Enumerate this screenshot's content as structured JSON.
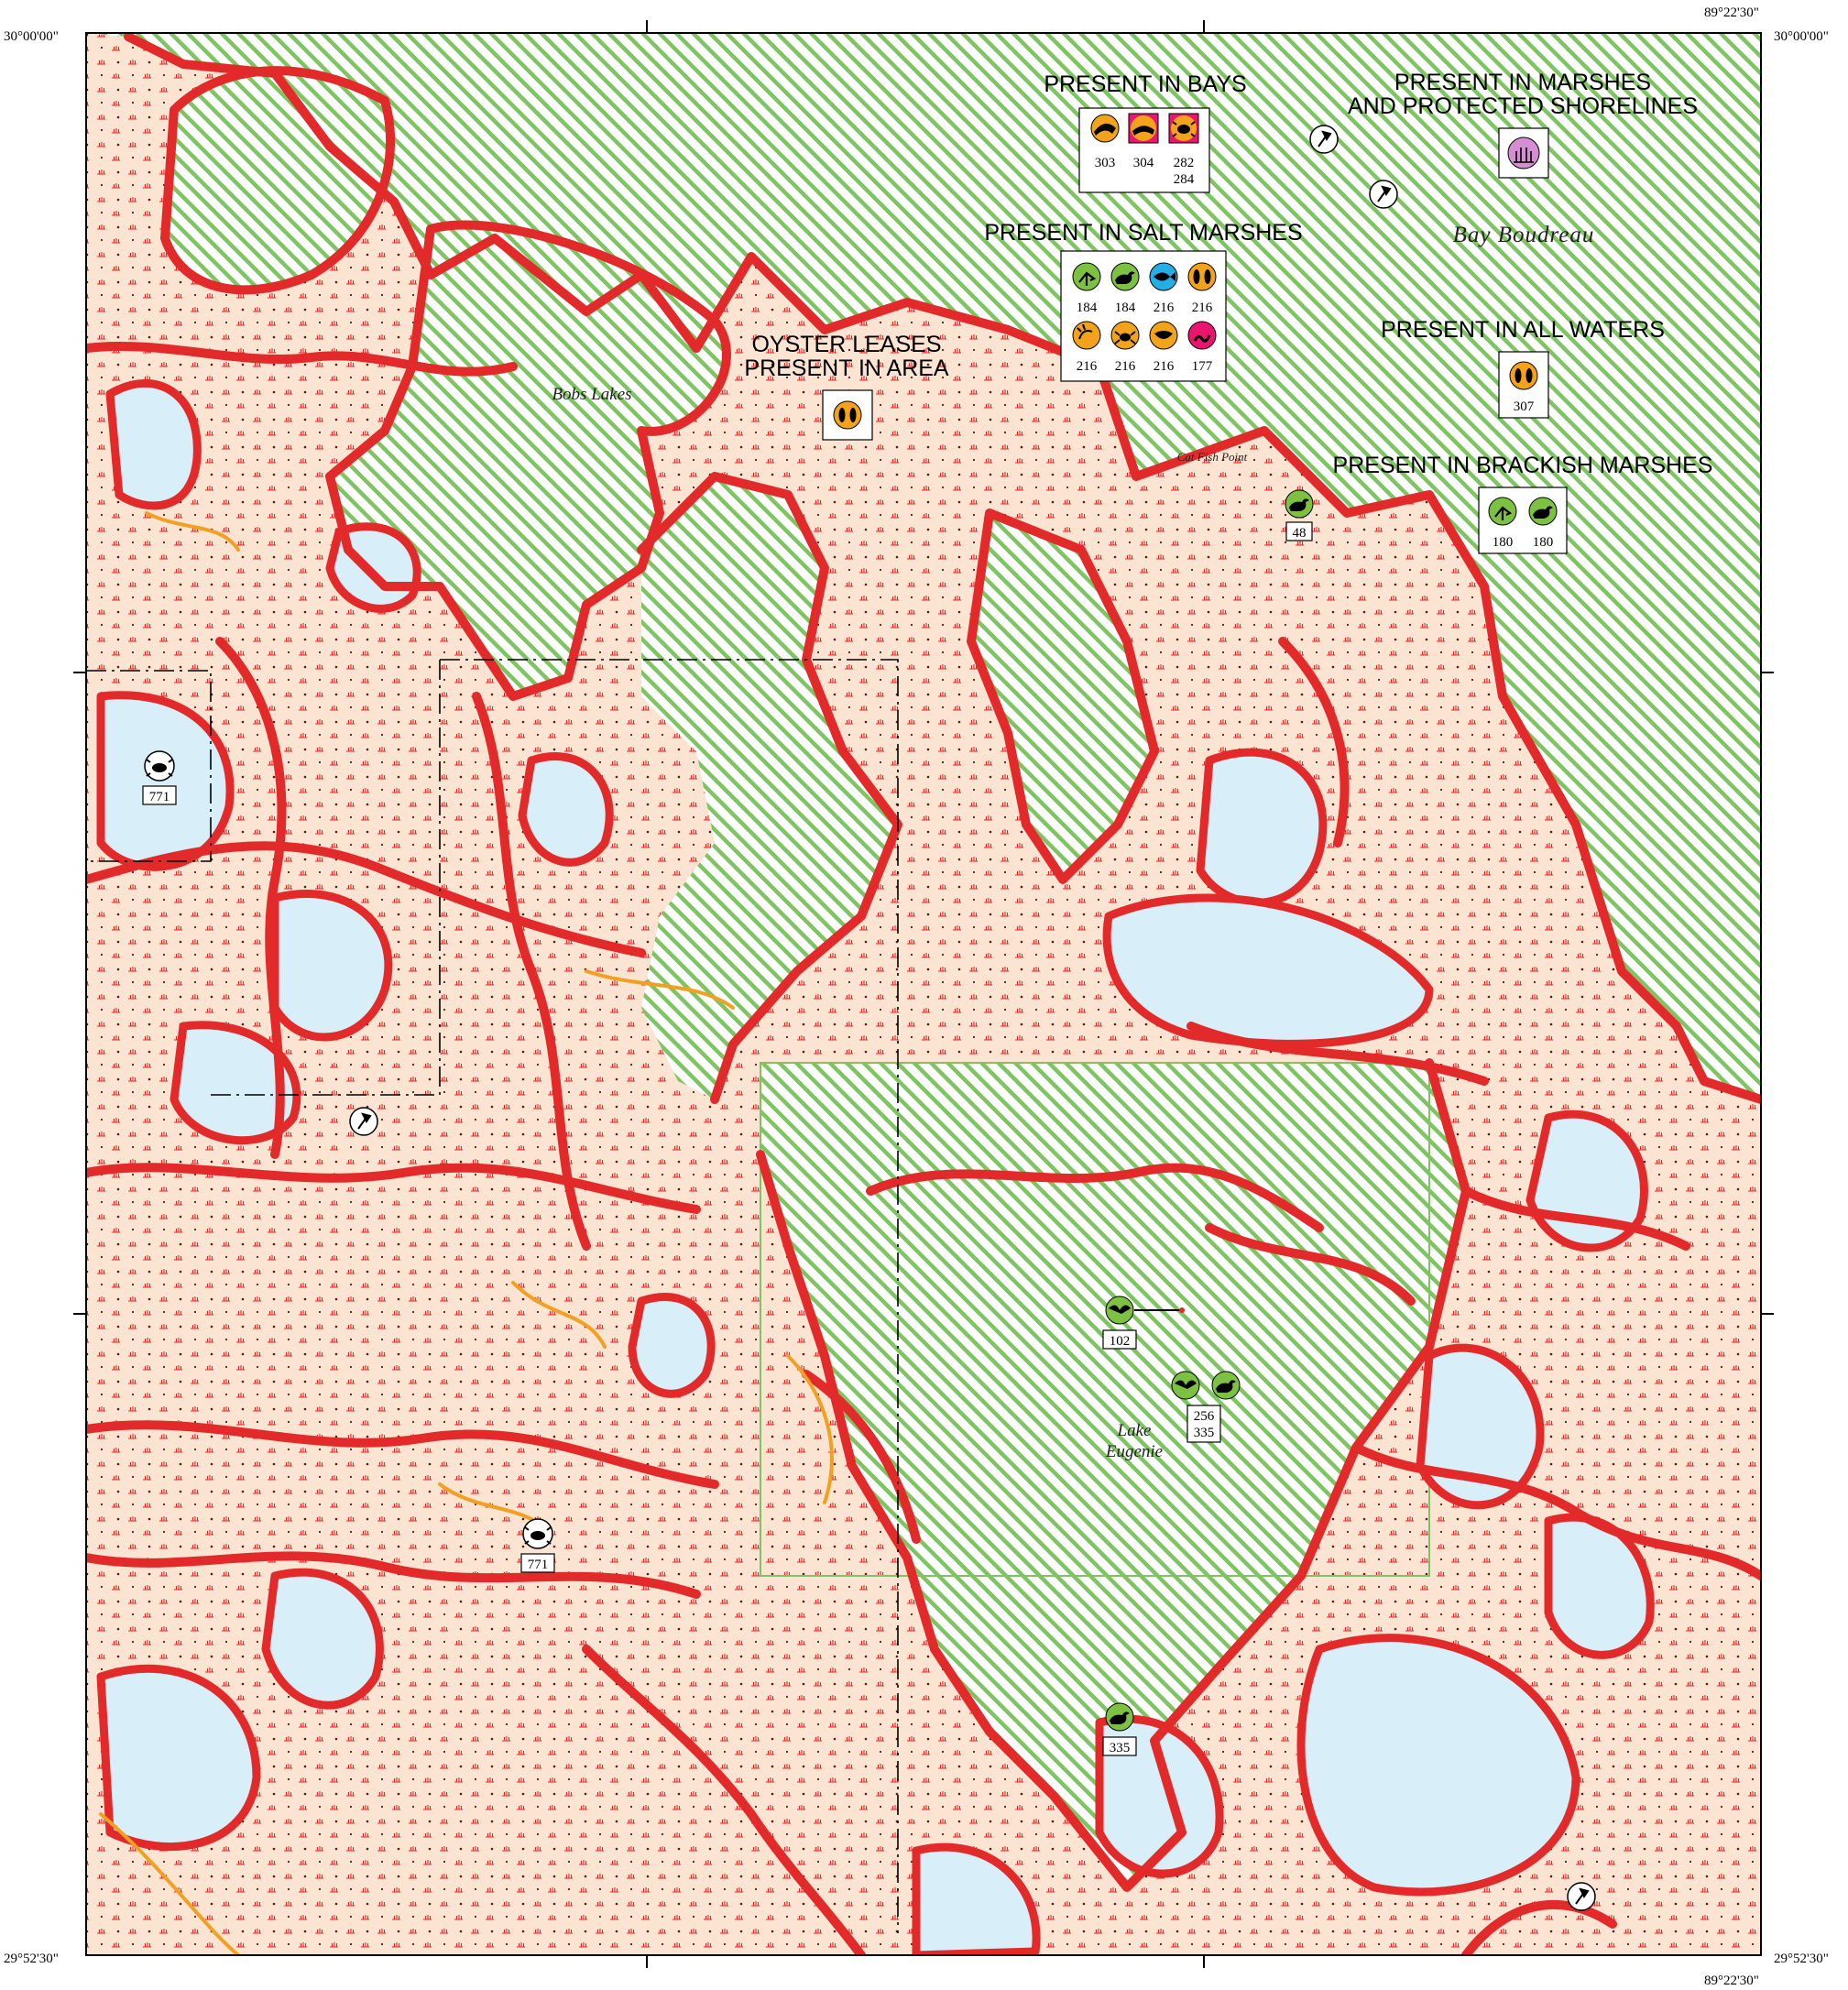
{
  "coordinates": {
    "top_left": "30°00'00\"",
    "top_right": "30°00'00\"",
    "top_right_lon": "89°22'30\"",
    "bottom_left": "29°52'30\"",
    "bottom_right": "29°52'30\"",
    "bottom_right_lon": "89°22'30\""
  },
  "place_names": {
    "bobs_lakes": "Bobs Lakes",
    "bay_boudreau": "Bay Boudreau",
    "cat_fish_point": "Cat Fish Point",
    "lake_eugenie_1": "Lake",
    "lake_eugenie_2": "Eugenie"
  },
  "legend_groups": {
    "bays": {
      "heading": "PRESENT IN BAYS",
      "codes": [
        "303",
        "304",
        "282",
        "284"
      ]
    },
    "marshes_shorelines": {
      "heading_1": "PRESENT IN MARSHES",
      "heading_2": "AND PROTECTED SHORELINES"
    },
    "salt_marshes": {
      "heading": "PRESENT IN SALT MARSHES",
      "row1_codes": [
        "184",
        "184",
        "216",
        "216"
      ],
      "row2_codes": [
        "216",
        "216",
        "216",
        "177"
      ]
    },
    "oyster": {
      "heading_1": "OYSTER LEASES",
      "heading_2": "PRESENT IN AREA"
    },
    "all_waters": {
      "heading": "PRESENT IN ALL WATERS",
      "code": "307"
    },
    "brackish": {
      "heading": "PRESENT IN BRACKISH MARSHES",
      "codes": [
        "180",
        "180"
      ]
    }
  },
  "site_labels": {
    "site_48": "48",
    "site_771_a": "771",
    "site_771_b": "771",
    "site_102": "102",
    "site_256": "256",
    "site_335_a": "335",
    "site_335_b": "335"
  },
  "colors": {
    "open_water_hatch": "#7fc462",
    "lake_blue": "#d8eef8",
    "marsh_fill": "#fbe4d2",
    "shoreline_red": "#e32a2a",
    "shoreline_orange": "#f1a021",
    "icon_green": "#7cc142",
    "icon_orange": "#f2a31b",
    "icon_blue": "#24aee5",
    "icon_magenta": "#e9156f",
    "icon_purple": "#d38fd0"
  },
  "icons": {
    "bays": [
      "dolphin-icon",
      "manatee-icon",
      "sea-turtle-icon"
    ],
    "salt_marshes": [
      "wading-bird-icon",
      "duck-icon",
      "fish-icon",
      "footprint-icon",
      "shrimp-icon",
      "crab-icon",
      "oyster-icon",
      "snake-icon"
    ],
    "marshes_shorelines": [
      "vegetation-icon"
    ],
    "oyster": [
      "footprint-icon"
    ],
    "all_waters": [
      "footprint-icon"
    ],
    "brackish": [
      "wading-bird-icon",
      "duck-icon"
    ],
    "map_sites": [
      "squid-icon",
      "bird-icon",
      "duck-icon",
      "sea-turtle-icon"
    ]
  }
}
